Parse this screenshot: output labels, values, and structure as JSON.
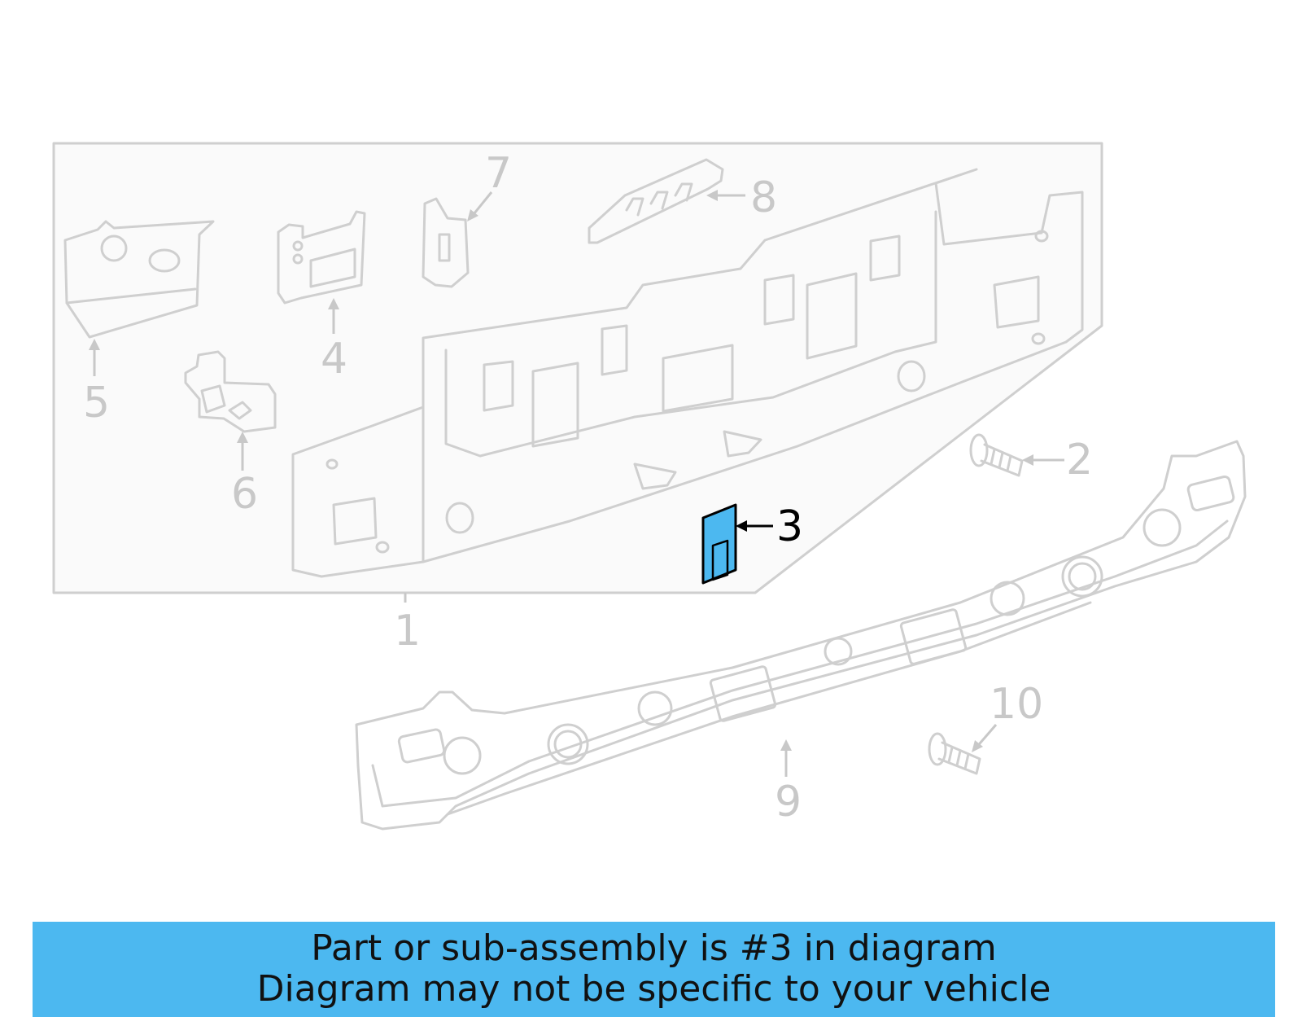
{
  "callouts": [
    {
      "number": "1",
      "highlighted": false
    },
    {
      "number": "2",
      "highlighted": false
    },
    {
      "number": "3",
      "highlighted": true
    },
    {
      "number": "4",
      "highlighted": false
    },
    {
      "number": "5",
      "highlighted": false
    },
    {
      "number": "6",
      "highlighted": false
    },
    {
      "number": "7",
      "highlighted": false
    },
    {
      "number": "8",
      "highlighted": false
    },
    {
      "number": "9",
      "highlighted": false
    },
    {
      "number": "10",
      "highlighted": false
    }
  ],
  "colors": {
    "highlight": "#4cb8f0",
    "ghost_line": "#cfcfcf",
    "callout_inactive": "#c8c8c8",
    "callout_active": "#000000"
  },
  "banner": {
    "line1": "Part or sub-assembly is #3 in diagram",
    "line2": "Diagram may not be specific to your vehicle"
  }
}
